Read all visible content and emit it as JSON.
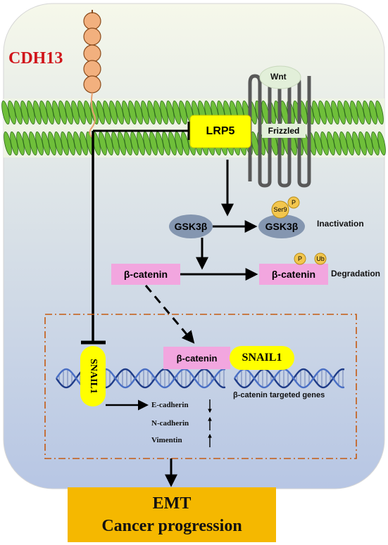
{
  "colors": {
    "cell_top": "#f6f8ea",
    "cell_bottom": "#b7c6e4",
    "membrane_green": "#6fbf3a",
    "membrane_dark": "#2e6b1c",
    "cdh13_bead": "#f2b07e",
    "cdh13_text": "#d0141a",
    "lrp5_fill": "#ffff00",
    "snail_fill": "#ffff00",
    "gsk_fill": "#8496b0",
    "catenin_fill": "#f2a6df",
    "phospho_fill": "#f3c64d",
    "nucleus_border": "#c55a11",
    "dna_strand": "#1f3c88",
    "emt_fill": "#f5b800",
    "frizzled_fill": "#d9d9d9"
  },
  "labels": {
    "cdh13": "CDH13",
    "wnt": "Wnt",
    "lrp5": "LRP5",
    "frizzled": "Frizzled",
    "gsk3b_active": "GSK3β",
    "gsk3b_inactive": "GSK3β",
    "ser9": "Ser9",
    "p": "P",
    "p2": "P",
    "ub": "Ub",
    "inactivation": "Inactivation",
    "bcatenin_cyto": "β-catenin",
    "bcatenin_degraded": "β-catenin",
    "degradation": "Degradation",
    "bcatenin_nuclear": "β-catenin",
    "snail1_nuclear": "SNAIL1",
    "snail1_promoter": "SNAIL1",
    "targeted_genes": "β-catenin targeted genes",
    "ecadherin": "E-cadherin",
    "ncadherin": "N-cadherin",
    "vimentin": "Vimentin",
    "emt": "EMT",
    "cancer_progression": "Cancer progression"
  }
}
